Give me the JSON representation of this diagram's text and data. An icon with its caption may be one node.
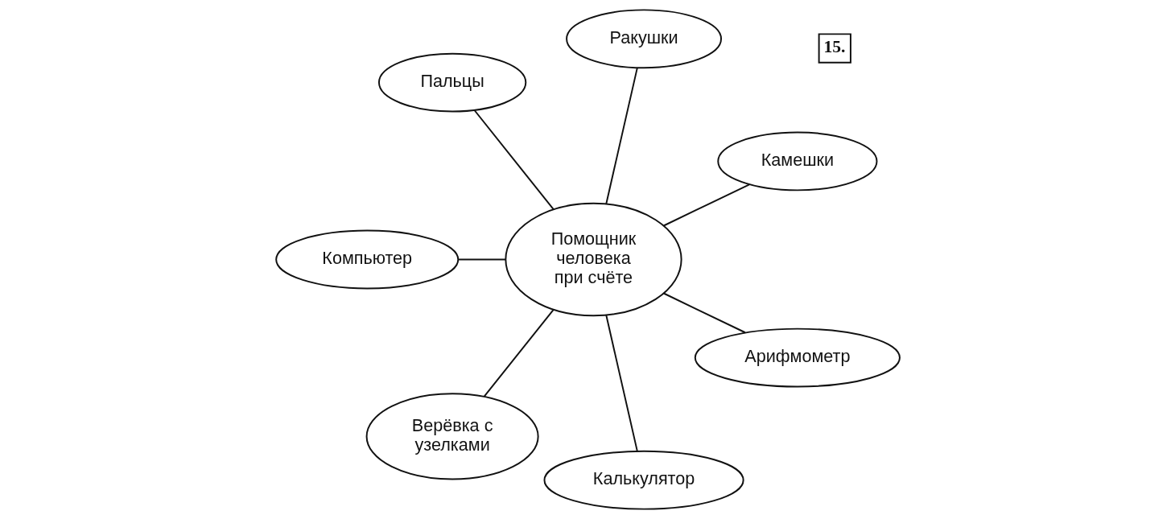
{
  "diagram": {
    "nodes": [
      {
        "text": [
          "Камешки"
        ]
      },
      {
        "text": [
          "Ракушки"
        ]
      },
      {
        "text": [
          "Пальцы"
        ]
      },
      {
        "text": [
          "Помощник человека при счёте"
        ]
      },
      {
        "text": [
          "Компьютер"
        ]
      },
      {
        "text": [
          "Верёвка с узелками"
        ]
      },
      {
        "text": [
          "Калькулятор"
        ]
      },
      {
        "text": [
          "Арифмометр"
        ]
      }
    ],
    "edges": [
      {
        "from": 3,
        "to": 0,
        "arrow": "none"
      },
      {
        "from": 3,
        "to": 1,
        "arrow": "none"
      },
      {
        "from": 3,
        "to": 2,
        "arrow": "none"
      },
      {
        "from": 3,
        "to": 4,
        "arrow": "none"
      },
      {
        "from": 3,
        "to": 5,
        "arrow": "none"
      },
      {
        "from": 3,
        "to": 6,
        "arrow": "none"
      },
      {
        "from": 3,
        "to": 7,
        "arrow": "none"
      }
    ],
    "labels": [
      "15."
    ]
  }
}
